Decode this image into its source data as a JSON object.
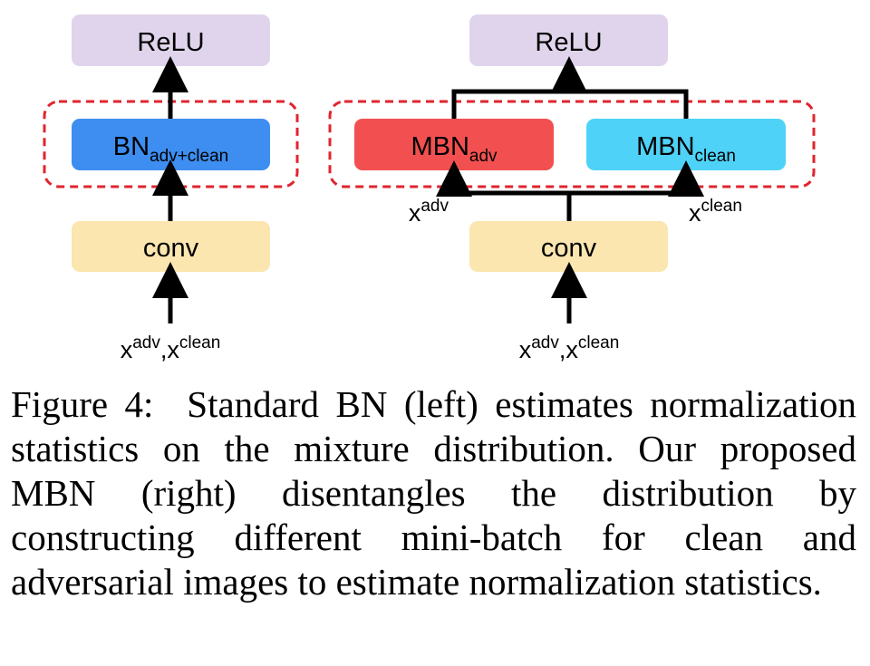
{
  "left": {
    "relu": "ReLU",
    "bn_base": "BN",
    "bn_sub": "adv+clean",
    "conv": "conv",
    "input": {
      "x1": "x",
      "s1": "adv",
      "sep": ",",
      "x2": "x",
      "s2": "clean"
    }
  },
  "right": {
    "relu": "ReLU",
    "mbn_adv_base": "MBN",
    "mbn_adv_sub": "adv",
    "mbn_clean_base": "MBN",
    "mbn_clean_sub": "clean",
    "conv": "conv",
    "branch_adv": {
      "x": "x",
      "sup": "adv"
    },
    "branch_clean": {
      "x": "x",
      "sup": "clean"
    },
    "input": {
      "x1": "x",
      "s1": "adv",
      "sep": ",",
      "x2": "x",
      "s2": "clean"
    }
  },
  "colors": {
    "relu_box": "#e0d4ec",
    "bn_box": "#3d8ef0",
    "mbn_adv_box": "#f25050",
    "mbn_clean_box": "#4fd2f7",
    "conv_box": "#fbe6b0",
    "dashed_outline": "#e0242e"
  },
  "caption": {
    "label": "Figure 4:",
    "text": "Standard BN (left) estimates normalization statistics on the mixture distribution. Our proposed MBN (right) disentangles the distribution by constructing different mini-batch for clean and adversarial images to estimate normalization statistics."
  }
}
